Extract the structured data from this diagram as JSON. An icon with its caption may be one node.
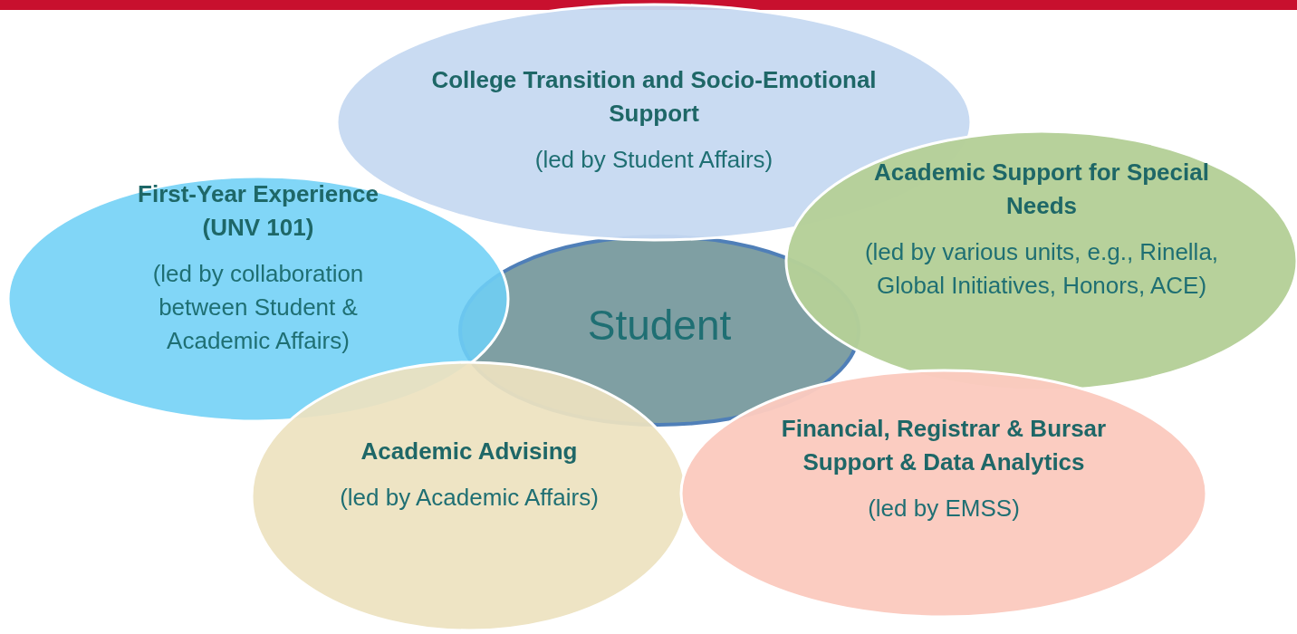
{
  "diagram": {
    "nodes": [
      {
        "text": [
          "College Transition and Socio-Emotional Support",
          "(led by Student Affairs)"
        ]
      },
      {
        "text": [
          "First-Year Experience (UNV 101)",
          "(led by collaboration between Student & Academic Affairs)"
        ]
      },
      {
        "text": [
          "Academic Support for Special Needs",
          "(led by various units, e.g., Rinella, Global Initiatives, Honors, ACE)"
        ]
      },
      {
        "text": [
          "Student"
        ]
      },
      {
        "text": [
          "Academic Advising",
          "(led by Academic Affairs)"
        ]
      },
      {
        "text": [
          "Financial, Registrar & Bursar Support & Data Analytics",
          "(led by EMSS)"
        ]
      }
    ]
  }
}
